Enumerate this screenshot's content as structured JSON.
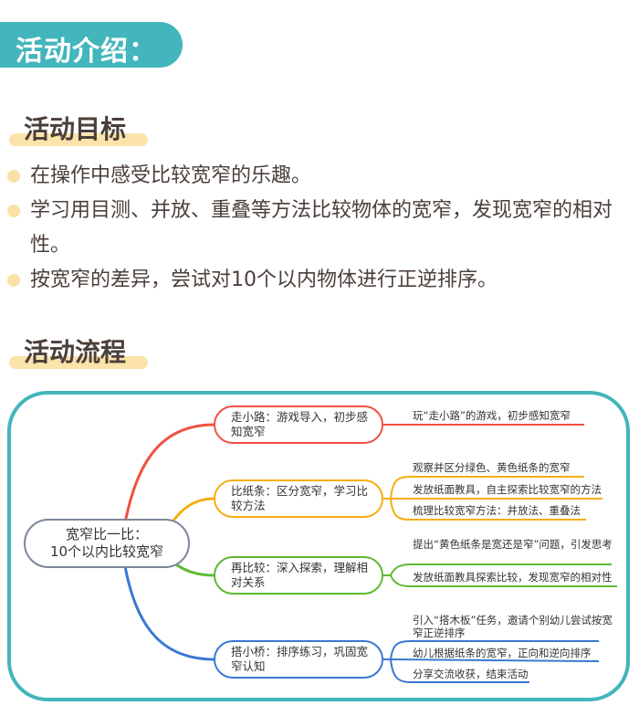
{
  "header": {
    "title": "活动介绍：",
    "accent": "#43b5bc"
  },
  "goals_section": {
    "heading": "活动目标",
    "items": [
      {
        "text": "在操作中感受比较宽窄的乐趣。"
      },
      {
        "text": "学习用目测、并放、重叠等方法比较物体的宽窄，发现宽窄的相对性。"
      },
      {
        "text": "按宽窄的差异，尝试对10个以内物体进行正逆排序。"
      }
    ]
  },
  "flow_section": {
    "heading": "活动流程",
    "mindmap": {
      "root": {
        "line1": "宽窄比一比：",
        "line2": "10个以内比较宽窄"
      },
      "branches": [
        {
          "label": "走小路：游戏导入，初步感知宽窄",
          "color": "#f0513f",
          "leaves": [
            "玩“走小路”的游戏，初步感知宽窄"
          ]
        },
        {
          "label": "比纸条：区分宽窄，学习比较方法",
          "color": "#f5ad12",
          "leaves": [
            "观察并区分绿色、黄色纸条的宽窄",
            "发放纸面教具，自主探索比较宽窄的方法",
            "梳理比较宽窄方法：并放法、重叠法"
          ]
        },
        {
          "label": "再比较：深入探索，理解相对关系",
          "color": "#5cba34",
          "leaves": [
            "提出“黄色纸条是宽还是窄”问题，引发思考",
            "发放纸面教具探索比较，发现宽窄的相对性"
          ]
        },
        {
          "label": "搭小桥：排序练习，巩固宽窄认知",
          "color": "#3a78d4",
          "leaves": [
            "引入“搭木板”任务，邀请个别幼儿尝试按宽窄正逆排序",
            "幼儿根据纸条的宽窄，正向和逆向排序",
            "分享交流收获，结束活动"
          ]
        }
      ]
    }
  }
}
